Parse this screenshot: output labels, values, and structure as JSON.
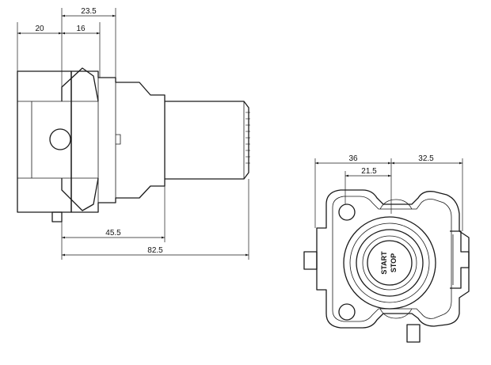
{
  "side_view": {
    "dims": {
      "overall_top": "23.5",
      "left_top": "20",
      "inner_top": "16",
      "bottom_short": "45.5",
      "bottom_long": "82.5"
    }
  },
  "front_view": {
    "dims": {
      "left": "36",
      "right": "32.5",
      "inner": "21.5"
    },
    "button": {
      "line1": "START",
      "line2": "STOP"
    }
  }
}
